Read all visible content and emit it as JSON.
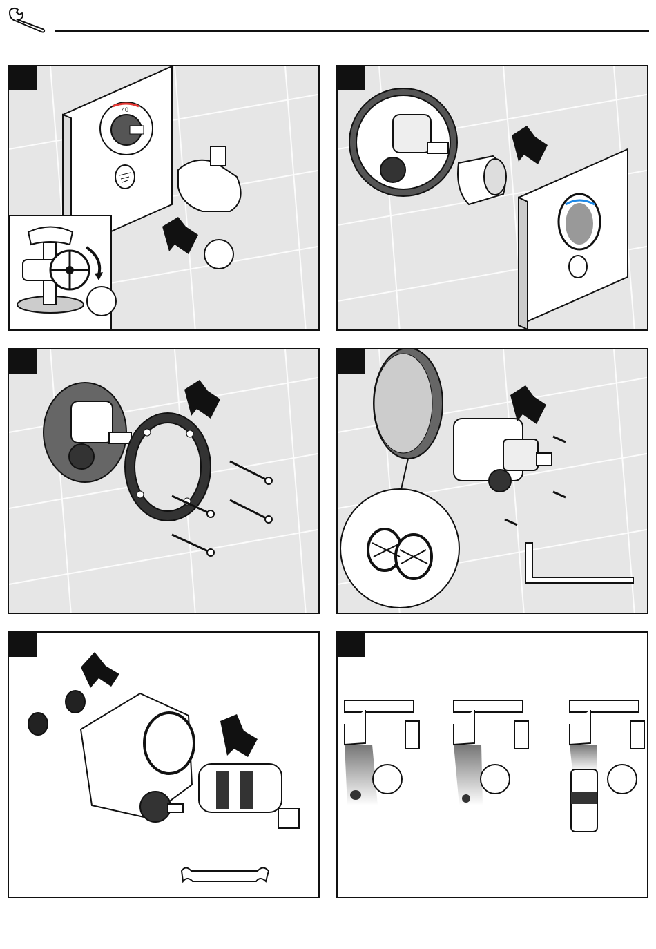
{
  "page": {
    "icon": "wrench-icon"
  },
  "steps": [
    {
      "number": "",
      "background": "tile"
    },
    {
      "number": "",
      "background": "tile"
    },
    {
      "number": "",
      "background": "tile"
    },
    {
      "number": "",
      "background": "tile"
    },
    {
      "number": "",
      "background": "plain"
    },
    {
      "number": "",
      "background": "plain"
    }
  ],
  "trim": {
    "temp_label": "40"
  },
  "colors": {
    "hot": "#e53935",
    "cold": "#1e88e5",
    "ink": "#111111",
    "tile": "#e6e6e6"
  }
}
